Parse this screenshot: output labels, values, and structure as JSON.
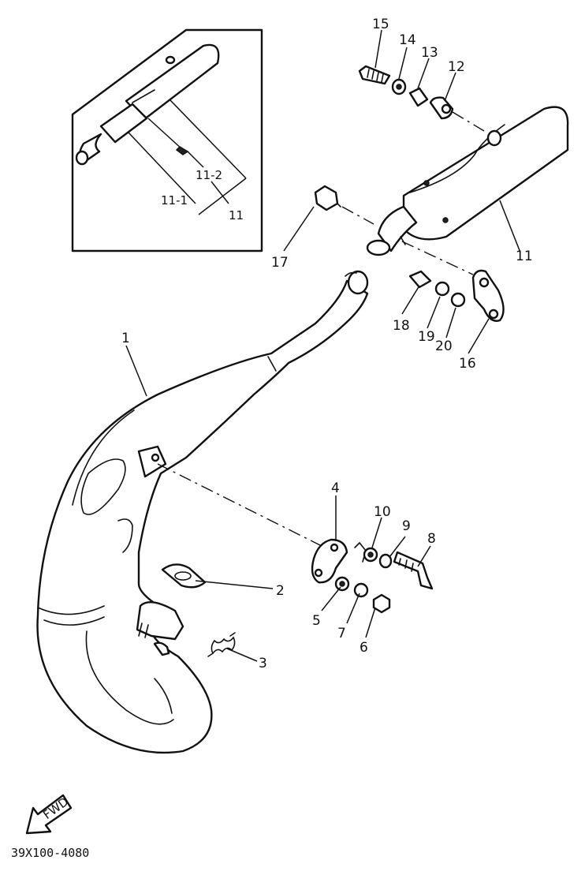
{
  "diagram": {
    "figure_code": "39X100-4080",
    "fwd_label": "FWD",
    "callouts": {
      "p1": "1",
      "p2": "2",
      "p3": "3",
      "p4": "4",
      "p5": "5",
      "p6": "6",
      "p7": "7",
      "p8": "8",
      "p9": "9",
      "p10": "10",
      "p11": "11",
      "p12": "12",
      "p13": "13",
      "p14": "14",
      "p15": "15",
      "p16": "16",
      "p17": "17",
      "p18": "18",
      "p19": "19",
      "p20": "20"
    },
    "inset": {
      "p11": "11",
      "p11_1": "11-1",
      "p11_2": "11-2"
    }
  }
}
